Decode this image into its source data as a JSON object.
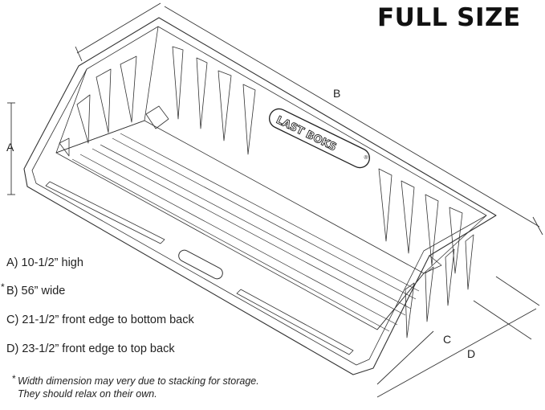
{
  "title": "FULL SIZE",
  "logo": "LAST BOKS",
  "logo_mark": "®",
  "dimension_labels": {
    "a": "A",
    "b": "B",
    "c": "C",
    "d": "D"
  },
  "specs": [
    {
      "star": "",
      "text": "A) 10-1/2”  high"
    },
    {
      "star": "*",
      "text": "B) 56”  wide"
    },
    {
      "star": "",
      "text": "C) 21-1/2”  front edge to bottom back"
    },
    {
      "star": "",
      "text": "D) 23-1/2” front edge to top back"
    }
  ],
  "note": {
    "star": "*",
    "line1": "Width dimension may very due to stacking for storage.",
    "line2": "They should relax on their own."
  }
}
